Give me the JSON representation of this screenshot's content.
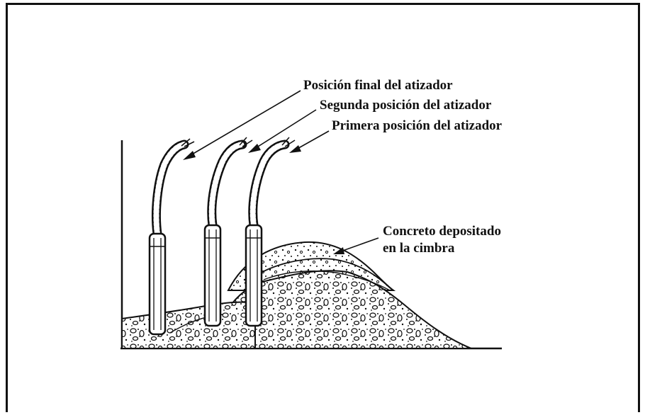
{
  "labels": {
    "final_position": "Posición final del atizador",
    "second_position": "Segunda posición del atizador",
    "first_position": "Primera posición del atizador",
    "concrete_line1": "Concreto depositado",
    "concrete_line2": "en la cimbra"
  },
  "colors": {
    "ink": "#111111",
    "background": "#ffffff"
  }
}
